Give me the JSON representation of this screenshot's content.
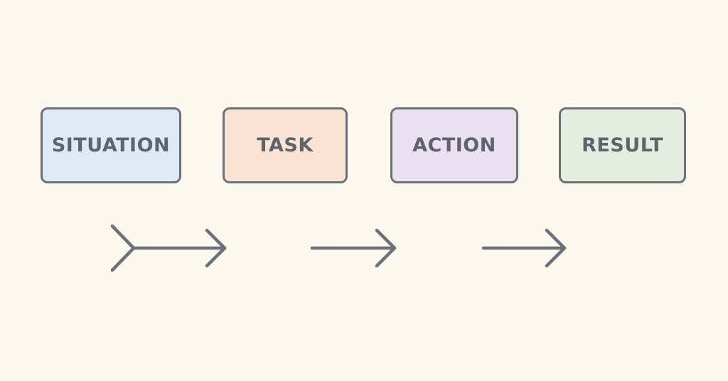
{
  "diagram": {
    "type": "flow",
    "stages": [
      {
        "label": "SITUATION",
        "fill": "#dee9f6"
      },
      {
        "label": "TASK",
        "fill": "#fbe3d3"
      },
      {
        "label": "ACTION",
        "fill": "#ebe0f0"
      },
      {
        "label": "RESULT",
        "fill": "#e5ede0"
      }
    ],
    "arrows": [
      {
        "icon": "fletched-arrow-right-icon"
      },
      {
        "icon": "arrow-right-icon"
      },
      {
        "icon": "arrow-right-icon"
      }
    ],
    "colors": {
      "background": "#fcf8ee",
      "stroke": "#6b7079",
      "text": "#5f646c"
    }
  }
}
